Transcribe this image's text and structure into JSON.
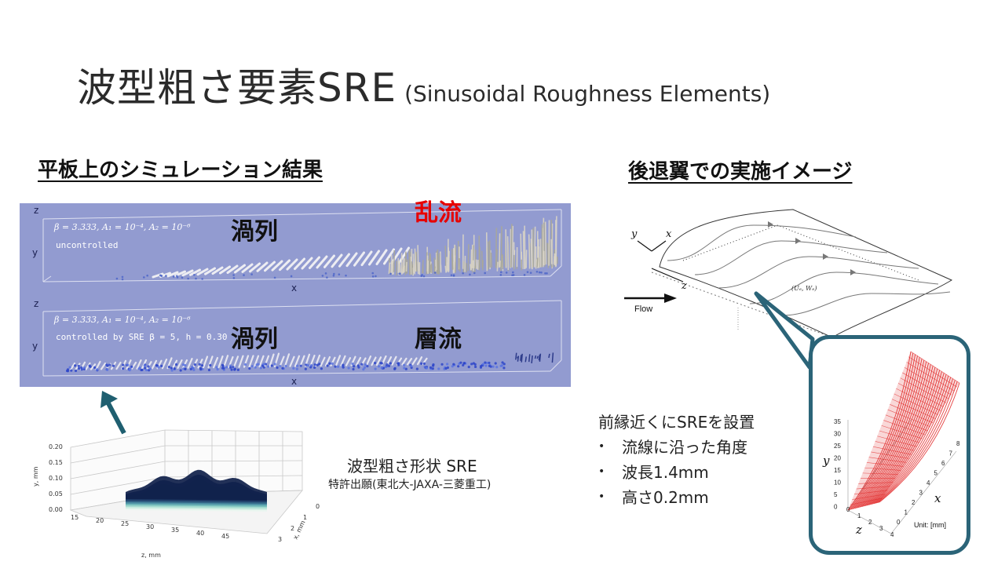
{
  "slide": {
    "title_main": "波型粗さ要素SRE",
    "title_sub": "(Sinusoidal Roughness Elements)"
  },
  "left": {
    "heading": "平板上のシミュレーション結果",
    "panel_top": {
      "param_text": "β = 3.333,  A₁ = 10⁻⁴,  A₂ = 10⁻⁶",
      "case_text": "uncontrolled",
      "label_vortex": "渦列",
      "label_turbulent": "乱流",
      "axis_z": "z",
      "axis_y": "y",
      "axis_x": "x"
    },
    "panel_bottom": {
      "param_text": "β = 3.333,  A₁ = 10⁻⁴,  A₂ = 10⁻⁶",
      "case_text": "controlled by SRE  β = 5,  h = 0.30",
      "label_vortex": "渦列",
      "label_laminar": "層流",
      "axis_z": "z",
      "axis_y": "y",
      "axis_x": "x"
    },
    "sre_plot": {
      "y_ticks": [
        "0.20",
        "0.15",
        "0.10",
        "0.05",
        "0.00"
      ],
      "y_label": "y, mm",
      "x_ticks": [
        "15",
        "20",
        "25",
        "30",
        "35",
        "40",
        "45"
      ],
      "x_label": "z, mm",
      "depth_ticks": [
        "0",
        "1",
        "2",
        "3"
      ],
      "depth_label": "x, mm"
    },
    "caption_main": "波型粗さ形状 SRE",
    "caption_sub": "特許出願(東北大-JAXA-三菱重工)"
  },
  "right": {
    "heading": "後退翼での実施イメージ",
    "wing": {
      "axis_y": "y",
      "axis_x": "x",
      "axis_z": "z",
      "flow_label": "Flow",
      "streamline_label": "(Uₑ, Wₑ)"
    },
    "bullets_intro": "前縁近くにSREを設置",
    "bullets": [
      "流線に沿った角度",
      "波長1.4mm",
      "高さ0.2mm"
    ],
    "bullet_symbol": "•",
    "inset": {
      "y_ticks": [
        "35",
        "30",
        "25",
        "20",
        "15",
        "10",
        "5",
        "0"
      ],
      "y_label": "y",
      "x_ticks": [
        "0",
        "1",
        "2",
        "3",
        "4",
        "5",
        "6",
        "7",
        "8"
      ],
      "x_label": "x",
      "z_ticks": [
        "0",
        "1",
        "2",
        "3",
        "4"
      ],
      "z_label": "z",
      "unit_label": "Unit: [mm]",
      "surface_color": "#e02020"
    }
  },
  "colors": {
    "sim_background": "#929bd0",
    "turbulent_label": "#e60000",
    "arrow": "#1f5f70",
    "callout_border": "#2b6478"
  }
}
